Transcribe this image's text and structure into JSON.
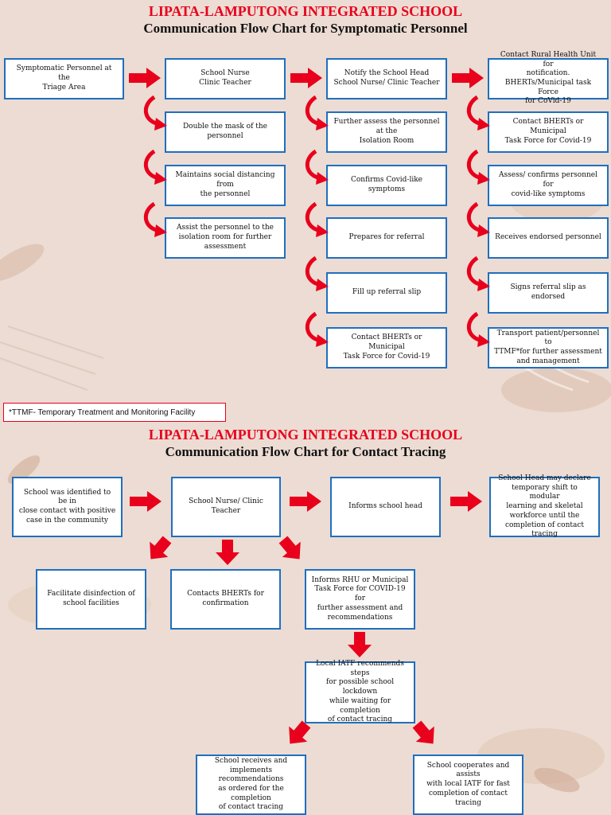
{
  "section1": {
    "school": "LIPATA-LAMPUTONG INTEGRATED SCHOOL",
    "title": "Communication Flow Chart for Symptomatic Personnel",
    "col1": [
      "Symptomatic Personnel at the\nTriage Area"
    ],
    "col2": [
      "School Nurse\nClinic Teacher",
      "Double the mask of the personnel",
      "Maintains social distancing from\nthe personnel",
      "Assist the personnel to the\nisolation room for further\nassessment"
    ],
    "col3": [
      "Notify the School Head\nSchool Nurse/ Clinic Teacher",
      "Further assess the personnel at the\nIsolation Room",
      "Confirms Covid-like symptoms",
      "Prepares for referral",
      "Fill up referral slip",
      "Contact BHERTs or Municipal\nTask Force for Covid-19"
    ],
    "col4": [
      "Contact Rural Health Unit for\nnotification.\nBHERTs/Municipal task Force\nfor CoVid-19",
      "Contact BHERTs or Municipal\nTask Force for Covid-19",
      "Assess/ confirms personnel for\ncovid-like symptoms",
      "Receives endorsed personnel",
      "Signs referral slip as endorsed",
      "Transport patient/personnel to\nTTMF*for further assessment\nand management"
    ]
  },
  "note": "*TTMF- Temporary Treatment and Monitoring Facility",
  "section2": {
    "school": "LIPATA-LAMPUTONG INTEGRATED SCHOOL",
    "title": "Communication Flow Chart for Contact Tracing",
    "b1": "School was identified to be in\nclose contact with positive\ncase in the community",
    "b2": "School Nurse/ Clinic Teacher",
    "b3": "Informs school head",
    "b4": "School Head may declare\ntemporary shift to modular\nlearning and skeletal\nworkforce until the\ncompletion of contact tracing",
    "b5": "Facilitate disinfection of\nschool facilities",
    "b6": "Contacts BHERTs for\nconfirmation",
    "b7": "Informs RHU or Municipal\nTask Force for COVID-19 for\nfurther assessment and\nrecommendations",
    "b8": "Local IATF recommends steps\nfor possible school lockdown\nwhile waiting for completion\nof contact tracing",
    "b9": "School receives and\nimplements recommendations\nas ordered for the completion\nof contact tracing",
    "b10": "School cooperates and assists\nwith local IATF for fast\ncompletion of contact tracing"
  },
  "colors": {
    "accent_red": "#e8001c",
    "box_border": "#1f6fbf",
    "background": "#ecdcd3"
  }
}
